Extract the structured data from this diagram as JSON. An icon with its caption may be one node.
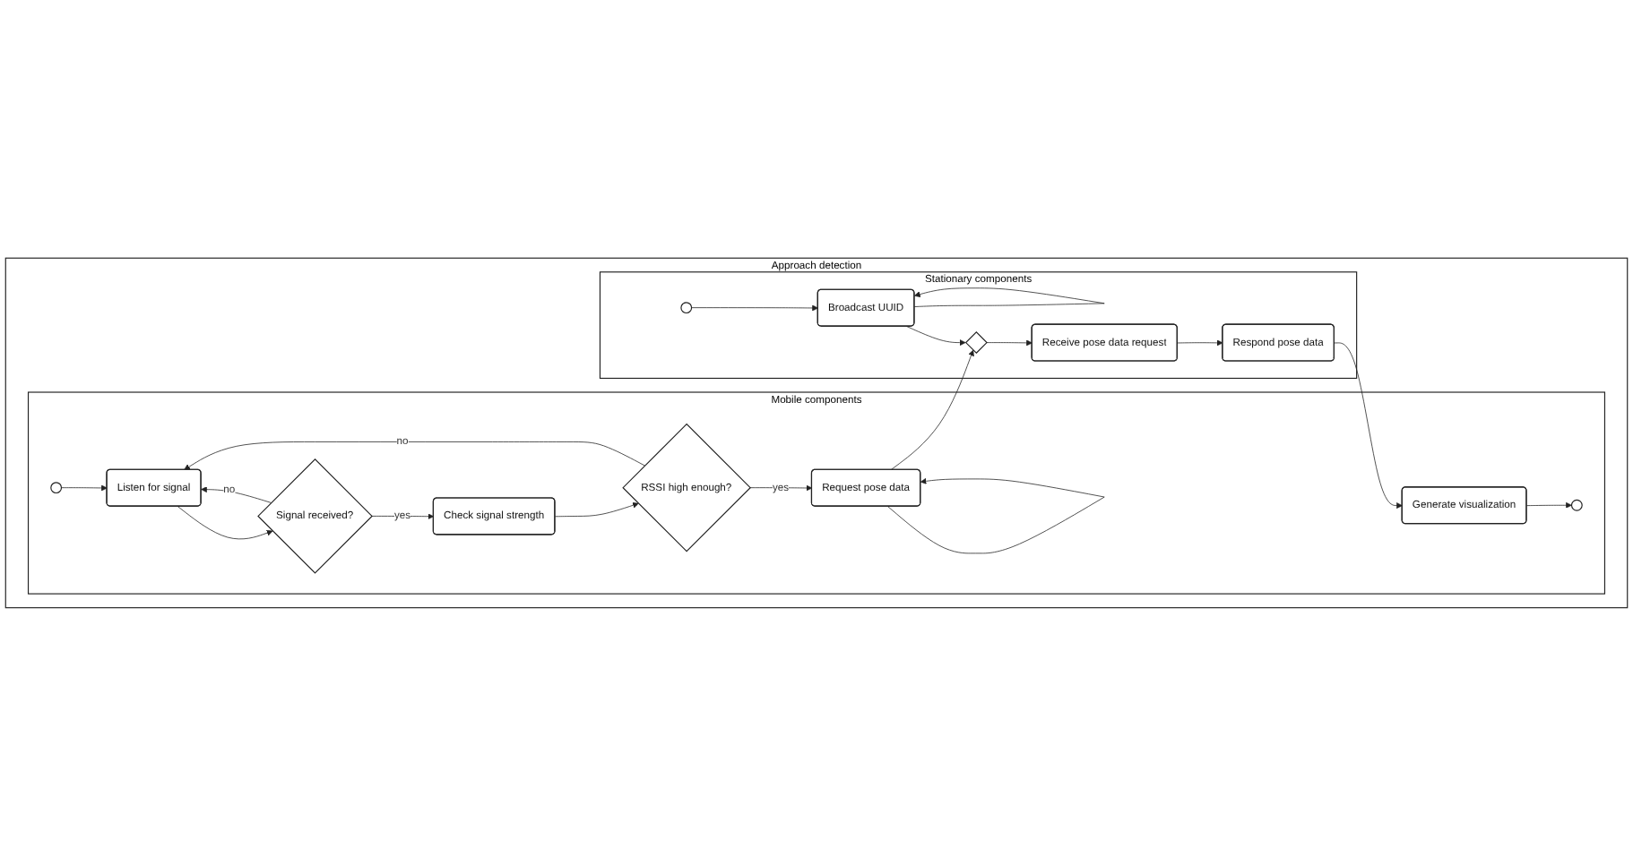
{
  "diagram": {
    "nodes": [
      {
        "text": [
          "Approach detection"
        ]
      },
      {
        "text": [
          "Stationary components"
        ],
        "in": 0
      },
      {
        "text": [],
        "shape": "circle",
        "in": 1
      },
      {
        "text": [
          "Broadcast UUID"
        ],
        "in": 1
      },
      {
        "text": [],
        "shape": "diamond",
        "in": 1
      },
      {
        "text": [
          "Receive pose data request"
        ],
        "in": 1
      },
      {
        "text": [
          "Respond pose data"
        ],
        "in": 1
      },
      {
        "text": [
          "Mobile components"
        ],
        "in": 0
      },
      {
        "text": [],
        "shape": "circle",
        "in": 7
      },
      {
        "text": [
          "Listen for signal"
        ],
        "in": 7
      },
      {
        "text": [
          "Signal received?"
        ],
        "in": 7
      },
      {
        "text": [
          "Check signal strength"
        ],
        "in": 7
      },
      {
        "text": [
          "RSSI high enough?"
        ],
        "in": 7
      },
      {
        "text": [
          "Request pose data"
        ],
        "in": 7
      },
      {
        "text": [
          "Generate visualization"
        ],
        "in": 7
      },
      {
        "text": [],
        "shape": "circle",
        "in": 7
      }
    ],
    "edges": [
      {
        "from": 2,
        "to": 3,
        "arrow": "to"
      },
      {
        "from": 3,
        "to": 3,
        "arrow": "to"
      },
      {
        "from": 3,
        "to": 4,
        "arrow": "to"
      },
      {
        "from": 4,
        "to": 5,
        "arrow": "to"
      },
      {
        "from": 5,
        "to": 6,
        "arrow": "to"
      },
      {
        "from": 6,
        "to": 14,
        "arrow": "to"
      },
      {
        "from": 8,
        "to": 9,
        "arrow": "to"
      },
      {
        "from": 9,
        "to": 10,
        "arrow": "to"
      },
      {
        "from": 10,
        "to": 11,
        "label": "yes",
        "arrow": "to"
      },
      {
        "from": 10,
        "to": 9,
        "label": "no",
        "arrow": "to"
      },
      {
        "from": 11,
        "to": 12,
        "arrow": "to"
      },
      {
        "from": 12,
        "to": 9,
        "label": "no",
        "arrow": "to"
      },
      {
        "from": 12,
        "to": 13,
        "label": "yes",
        "arrow": "to"
      },
      {
        "from": 13,
        "to": 13,
        "arrow": "to"
      },
      {
        "from": 13,
        "to": 4,
        "arrow": "to"
      },
      {
        "from": 14,
        "to": 15,
        "arrow": "to"
      }
    ]
  }
}
